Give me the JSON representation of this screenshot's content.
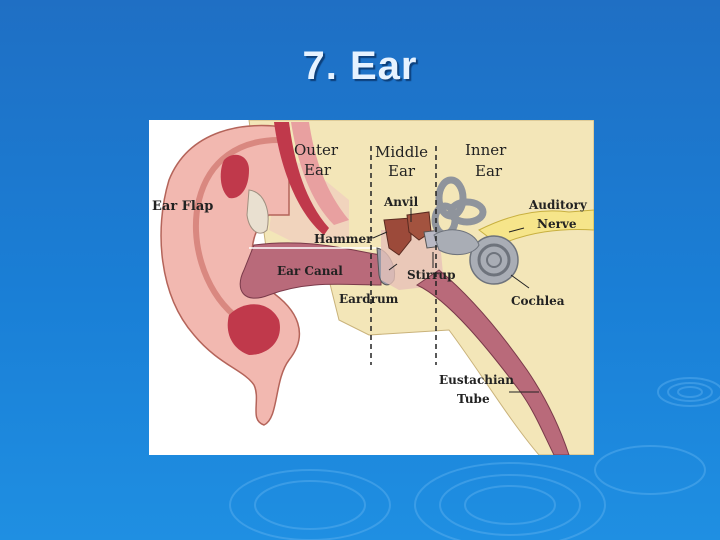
{
  "slide": {
    "title": "7. Ear"
  },
  "diagram": {
    "sections": {
      "outer": [
        "Outer",
        "Ear"
      ],
      "middle": [
        "Middle",
        "Ear"
      ],
      "inner": [
        "Inner",
        "Ear"
      ]
    },
    "labels": {
      "ear_flap": "Ear Flap",
      "anvil": "Anvil",
      "auditory_nerve": [
        "Auditory",
        "Nerve"
      ],
      "hammer": "Hammer",
      "ear_canal": "Ear Canal",
      "stirrup": "Stirrup",
      "eardrum": "Eardrum",
      "cochlea": "Cochlea",
      "eustachian_tube": [
        "Eustachian",
        "Tube"
      ]
    }
  },
  "colors": {
    "background": "#1a7fd6",
    "skin": "#f2b8b0",
    "canal": "#b96a7a",
    "bone": "#f3e6b8",
    "inner_ear": "#a9adb5",
    "ossicles": "#9c4a3a",
    "nerve": "#f6e58a"
  }
}
